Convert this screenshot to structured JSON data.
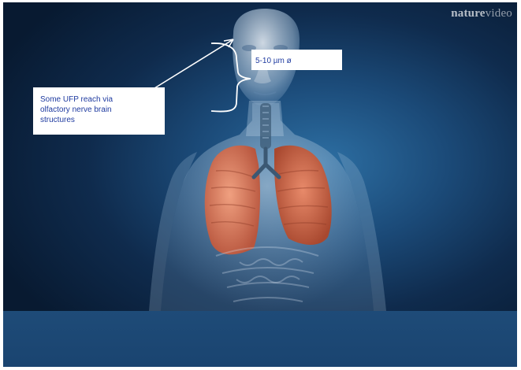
{
  "video": {
    "brand_bold": "nature",
    "brand_light": "video"
  },
  "annotations": {
    "particle_size": "5-10 µm ø",
    "ufp_note_line1": "Some UFP reach  via",
    "ufp_note_line2": "olfactory nerve  brain",
    "ufp_note_line3": "structures"
  },
  "colors": {
    "background_dark": "#081a31",
    "background_glow": "#2d6fa3",
    "lung": "#d8785c",
    "caption_band": "#1e4b78",
    "label_text": "#1f3ba0"
  }
}
